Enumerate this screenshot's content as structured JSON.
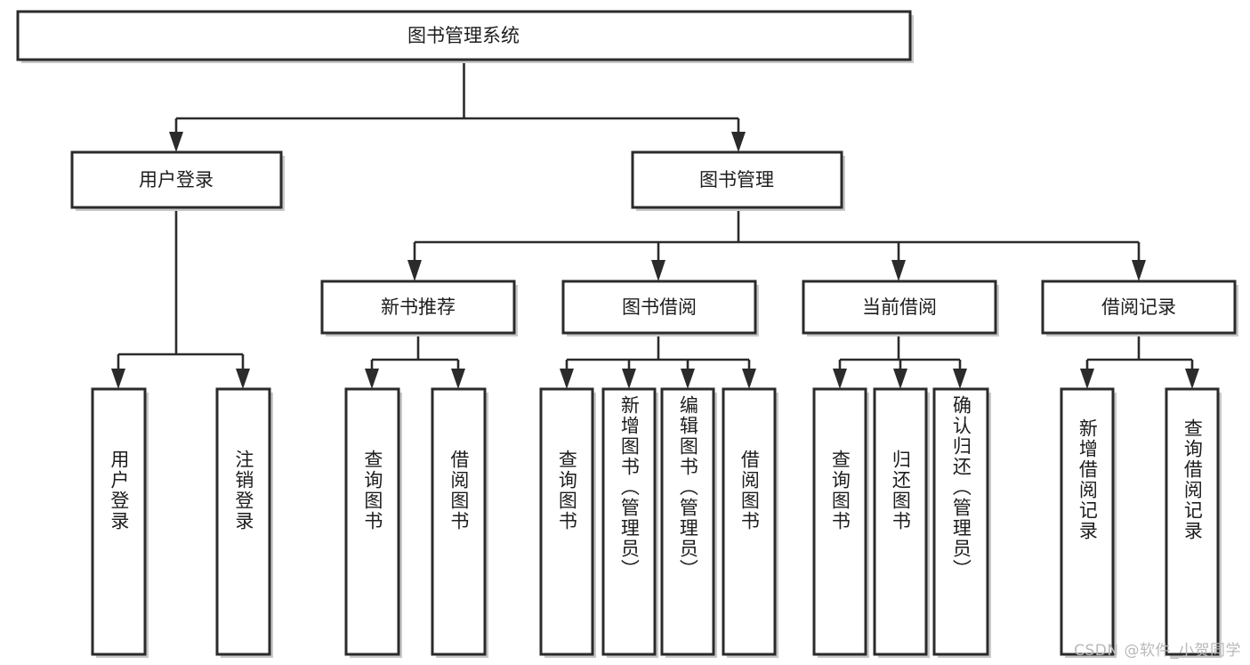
{
  "diagram": {
    "type": "tree",
    "title": "图书管理系统",
    "orientation": "top-down",
    "watermark": "CSDN @软件_小贺同学",
    "colors": {
      "box_stroke": "#2b2b2b",
      "box_fill": "#ffffff",
      "line": "#2b2b2b",
      "shadow": "#c9c9c9",
      "text": "#1d1d1d",
      "watermark": "#b9b9b9",
      "background": "#ffffff"
    },
    "nodes": {
      "root": {
        "label": "图书管理系统"
      },
      "level2": [
        {
          "id": "user-login",
          "label": "用户登录"
        },
        {
          "id": "book-manage",
          "label": "图书管理"
        }
      ],
      "level3": [
        {
          "id": "new-book-recommend",
          "label": "新书推荐"
        },
        {
          "id": "book-borrow",
          "label": "图书借阅"
        },
        {
          "id": "current-borrow",
          "label": "当前借阅"
        },
        {
          "id": "borrow-record",
          "label": "借阅记录"
        }
      ],
      "leaves": {
        "user-login": [
          {
            "id": "leaf-user-login",
            "label": "用户登录"
          },
          {
            "id": "leaf-logout",
            "label": "注销登录"
          }
        ],
        "new-book-recommend": [
          {
            "id": "leaf-query-book-1",
            "label": "查询图书"
          },
          {
            "id": "leaf-borrow-book-1",
            "label": "借阅图书"
          }
        ],
        "book-borrow": [
          {
            "id": "leaf-query-book-2",
            "label": "查询图书"
          },
          {
            "id": "leaf-add-book",
            "label": "新增图书（管理员）"
          },
          {
            "id": "leaf-edit-book",
            "label": "编辑图书（管理员）"
          },
          {
            "id": "leaf-borrow-book-2",
            "label": "借阅图书"
          }
        ],
        "current-borrow": [
          {
            "id": "leaf-query-book-3",
            "label": "查询图书"
          },
          {
            "id": "leaf-return-book",
            "label": "归还图书"
          },
          {
            "id": "leaf-confirm-return",
            "label": "确认归还（管理员）"
          }
        ],
        "borrow-record": [
          {
            "id": "leaf-add-record",
            "label": "新增借阅记录"
          },
          {
            "id": "leaf-query-record",
            "label": "查询借阅记录"
          }
        ]
      }
    }
  }
}
